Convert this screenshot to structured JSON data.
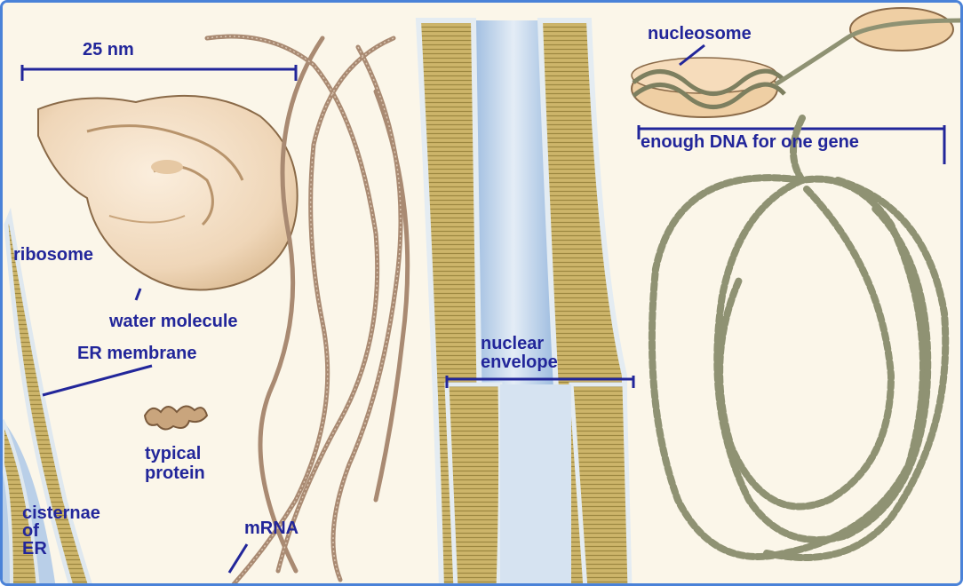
{
  "labels": {
    "scale_bar": "25 nm",
    "ribosome": "ribosome",
    "water_molecule": "water molecule",
    "er_membrane": "ER membrane",
    "typical_protein": "typical\nprotein",
    "cisternae": "cisternae\nof\nER",
    "mrna": "mRNA",
    "nuclear_envelope": "nuclear\nenvelope",
    "nucleosome": "nucleosome",
    "dna_gene": "enough DNA for one gene"
  },
  "colors": {
    "background": "#fbf6e9",
    "frame": "#4a82d8",
    "label_text": "#22269a",
    "membrane_core": "#cdb56a",
    "membrane_head": "#e6eef4",
    "cisterna_blue": "#bed2ea",
    "mrna_strand": "#a98a72",
    "dna_strand": "#8f9273",
    "ribosome": "#f3dfc7"
  }
}
